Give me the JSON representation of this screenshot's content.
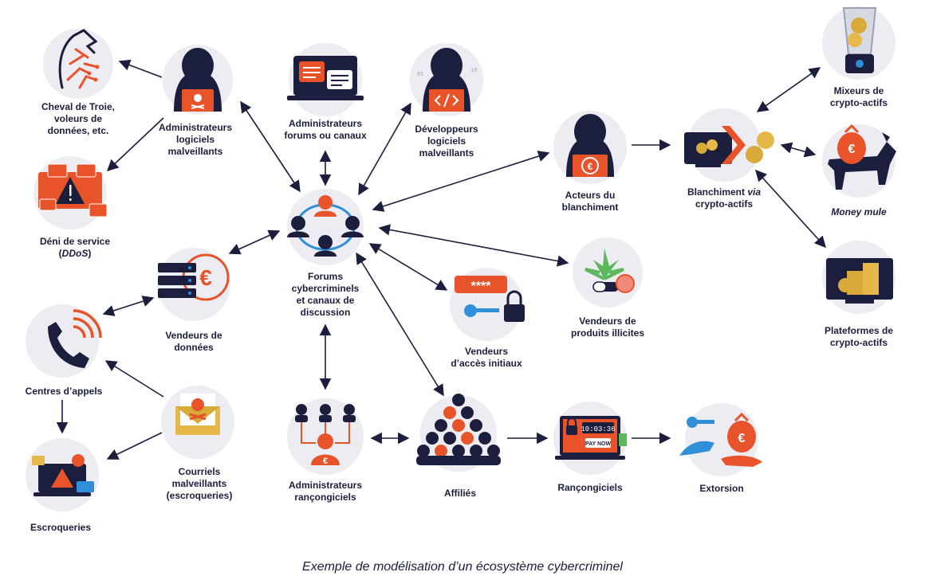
{
  "caption": "Exemple de modélisation d’un écosystème cybercriminel",
  "colors": {
    "navy": "#1b1e3c",
    "orange": "#e8532a",
    "gold": "#d9a93a",
    "green": "#5cb85c",
    "circle": "#ececf2"
  },
  "nodes": {
    "trojan": {
      "icon": "trojan-horse-icon",
      "lines": [
        "Cheval de Troie,",
        "voleurs de",
        "données, etc."
      ]
    },
    "malware_admins": {
      "icon": "hacker-skull-laptop-icon",
      "lines": [
        "Administrateurs",
        "logiciels",
        "malveillants"
      ]
    },
    "forum_admins": {
      "icon": "chat-laptop-icon",
      "lines": [
        "Administrateurs",
        "forums ou canaux"
      ]
    },
    "malware_devs": {
      "icon": "hacker-code-laptop-icon",
      "lines": [
        "Développeurs",
        "logiciels",
        "malveillants"
      ]
    },
    "laundering": {
      "icon": "hacker-euro-laptop-icon",
      "lines": [
        "Acteurs du",
        "blanchiment"
      ]
    },
    "crypto_laundering": {
      "icon": "crypto-transfer-icon",
      "prefix": "Blanchiment ",
      "italic": "via",
      "line2": "crypto-actifs"
    },
    "mixers": {
      "icon": "blender-coins-icon",
      "lines": [
        "Mixeurs de",
        "crypto-actifs"
      ]
    },
    "money_mule": {
      "icon": "donkey-money-bag-icon",
      "italic_label": "Money mule"
    },
    "platforms": {
      "icon": "screen-coins-icon",
      "lines": [
        "Plateformes de",
        "crypto-actifs"
      ]
    },
    "ddos": {
      "icon": "ddos-warning-icon",
      "line1": "Déni de service",
      "line2_open": "(",
      "line2_italic": "DDoS",
      "line2_close": ")"
    },
    "forums": {
      "icon": "network-people-icon",
      "lines": [
        "Forums",
        "cybercriminels",
        "et canaux de",
        "discussion"
      ]
    },
    "data_sellers": {
      "icon": "server-euro-icon",
      "lines": [
        "Vendeurs de",
        "données"
      ]
    },
    "access_sellers": {
      "icon": "password-key-lock-icon",
      "lines": [
        "Vendeurs",
        "d’accès initiaux"
      ]
    },
    "illicit_sellers": {
      "icon": "cannabis-pill-icon",
      "lines": [
        "Vendeurs de",
        "produits illicites"
      ]
    },
    "call_centers": {
      "icon": "phone-call-icon",
      "lines": [
        "Centres d’appels"
      ]
    },
    "emails": {
      "icon": "skull-envelope-icon",
      "lines": [
        "Courriels",
        "malveillants",
        "(escroqueries)"
      ]
    },
    "scams": {
      "icon": "scam-laptop-icon",
      "lines": [
        "Escroqueries"
      ]
    },
    "ransom_admins": {
      "icon": "ransomware-admins-tree-icon",
      "lines": [
        "Administrateurs",
        "rançongiciels"
      ]
    },
    "affiliates": {
      "icon": "affiliates-pyramid-icon",
      "lines": [
        "Affiliés"
      ]
    },
    "ransomware": {
      "icon": "ransomware-screen-icon",
      "lines": [
        "Rançongiciels"
      ],
      "screen_timer": "10:03:36",
      "screen_button": "PAY NOW"
    },
    "extortion": {
      "icon": "key-hand-euro-bag-icon",
      "lines": [
        "Extorsion"
      ]
    }
  }
}
